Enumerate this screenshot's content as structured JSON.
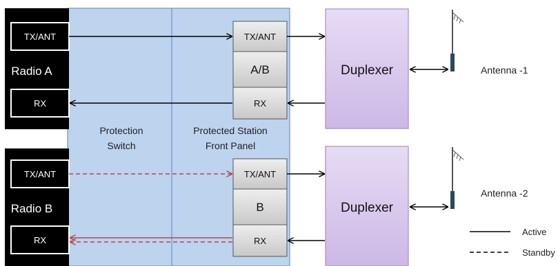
{
  "radios": [
    {
      "name": "Radio A",
      "tx_label": "TX/ANT",
      "rx_label": "RX"
    },
    {
      "name": "Radio B",
      "tx_label": "TX/ANT",
      "rx_label": "RX"
    }
  ],
  "protection_switch": {
    "line1": "Protection",
    "line2": "Switch"
  },
  "front_panel": {
    "line1": "Protected Station",
    "line2": "Front Panel",
    "stacks": [
      {
        "top": "TX/ANT",
        "middle": "A/B",
        "bottom": "RX"
      },
      {
        "top": "TX/ANT",
        "middle": "B",
        "bottom": "RX"
      }
    ]
  },
  "duplexers": [
    {
      "label": "Duplexer"
    },
    {
      "label": "Duplexer"
    }
  ],
  "antennas": [
    {
      "label": "Antenna -1"
    },
    {
      "label": "Antenna -2"
    }
  ],
  "legend": {
    "active": "Active",
    "standby": "Standby"
  },
  "colors": {
    "panel_fill": "#bdd3ee",
    "panel_border": "#6f95c4",
    "port_fill": "#dcdcdc",
    "duplexer_fill": "#d5c3ea",
    "duplexer_border": "#a98bc9",
    "standby_line": "#b04a4a"
  }
}
